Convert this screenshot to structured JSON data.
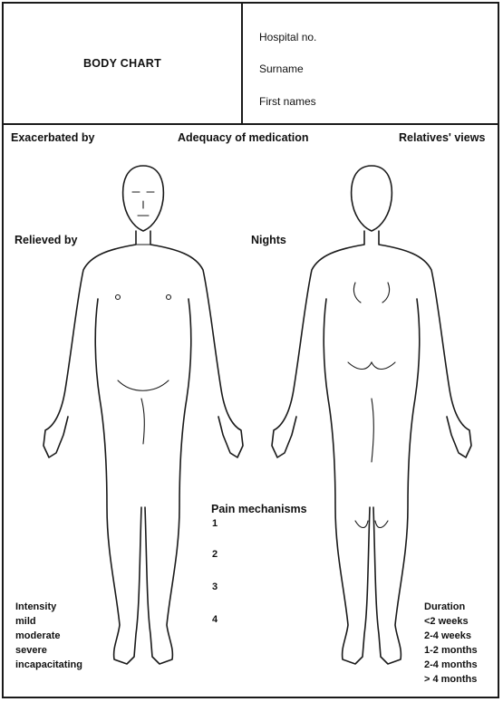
{
  "header": {
    "title": "BODY CHART",
    "fields": [
      "Hospital no.",
      "Surname",
      "First names"
    ]
  },
  "labels": {
    "exacerbated": "Exacerbated by",
    "adequacy": "Adequacy of medication",
    "relatives": "Relatives' views",
    "relieved": "Relieved by",
    "nights": "Nights",
    "pain_mechanisms": "Pain mechanisms"
  },
  "pain_mechanism_numbers": [
    "1",
    "2",
    "3",
    "4"
  ],
  "intensity": {
    "title": "Intensity",
    "levels": [
      "mild",
      "moderate",
      "severe",
      "incapacitating"
    ]
  },
  "duration": {
    "title": "Duration",
    "options": [
      "<2 weeks",
      "2-4 weeks",
      "1-2 months",
      "2-4 months",
      "> 4 months"
    ]
  }
}
